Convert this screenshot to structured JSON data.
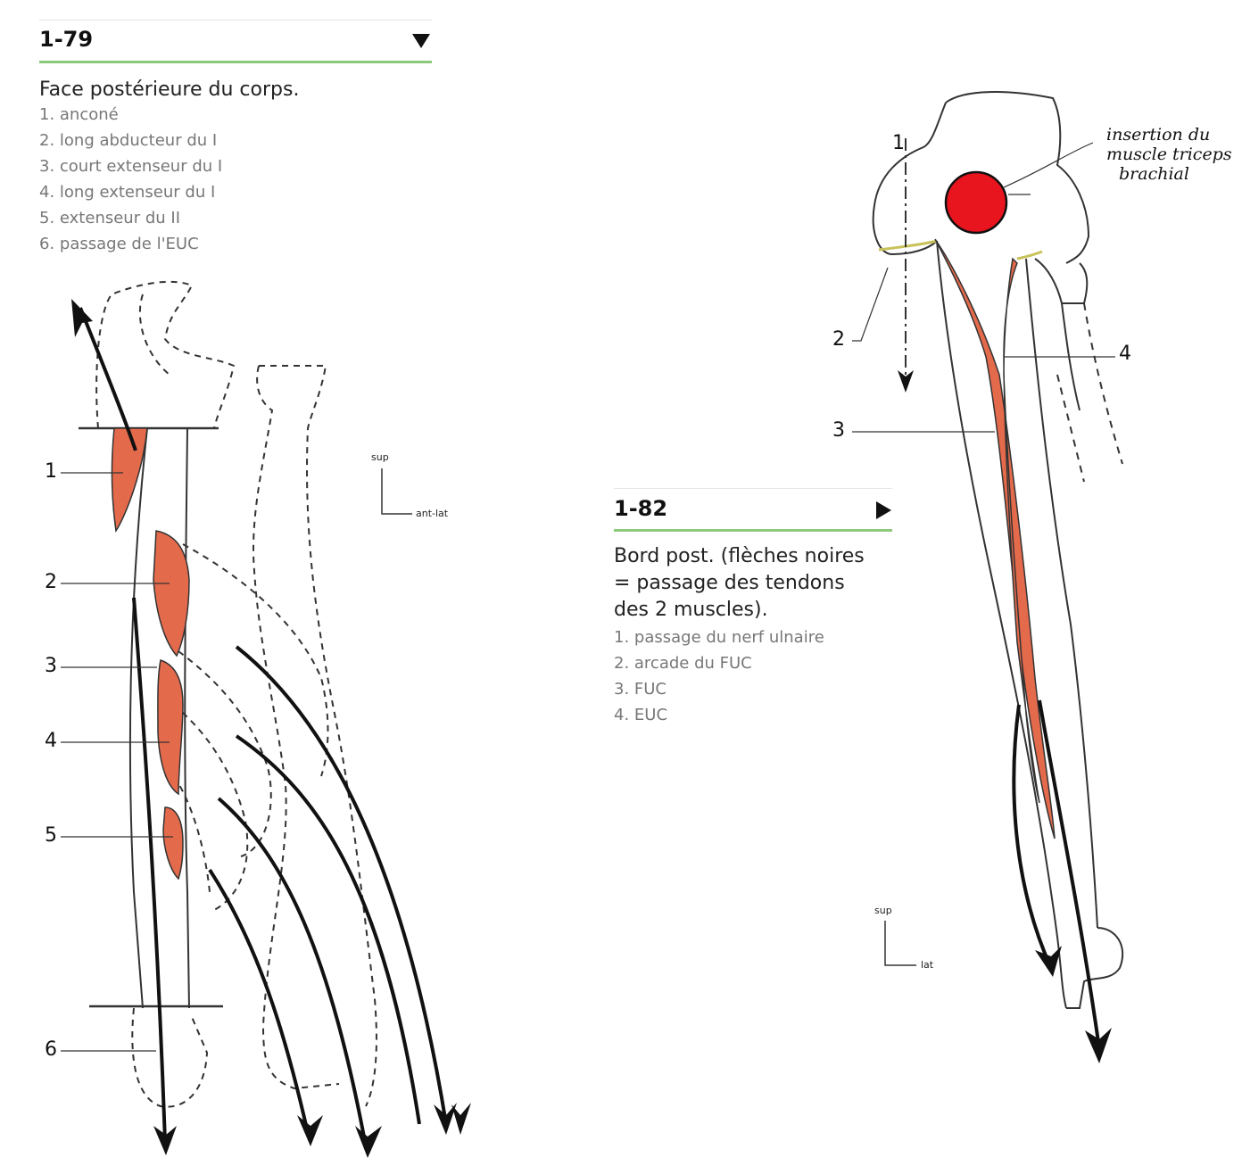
{
  "figure_left": {
    "number": "1-79",
    "caption": "Face postérieure du corps.",
    "legend": [
      "1. anconé",
      "2. long abducteur du I",
      "3. court extenseur du I",
      "4. long extenseur du I",
      "5. extenseur du II",
      "6. passage de l'EUC"
    ],
    "labels": [
      "1",
      "2",
      "3",
      "4",
      "5",
      "6"
    ],
    "orientation": {
      "up": "sup",
      "side": "ant-lat"
    }
  },
  "figure_right": {
    "number": "1-82",
    "caption_lines": [
      "Bord post. (flèches noires",
      "= passage des tendons",
      "des 2 muscles)."
    ],
    "legend": [
      "1. passage du nerf ulnaire",
      "2. arcade du FUC",
      "3. FUC",
      "4. EUC"
    ],
    "labels": [
      "1",
      "2",
      "3",
      "4"
    ],
    "orientation": {
      "up": "sup",
      "side": "lat"
    }
  },
  "annotation": {
    "lines": [
      "insertion du",
      "muscle triceps",
      "brachial"
    ],
    "marker_color": "#e8141e"
  },
  "colors": {
    "muscle": "#e46a4c",
    "accent_rule": "#8cc97a"
  }
}
